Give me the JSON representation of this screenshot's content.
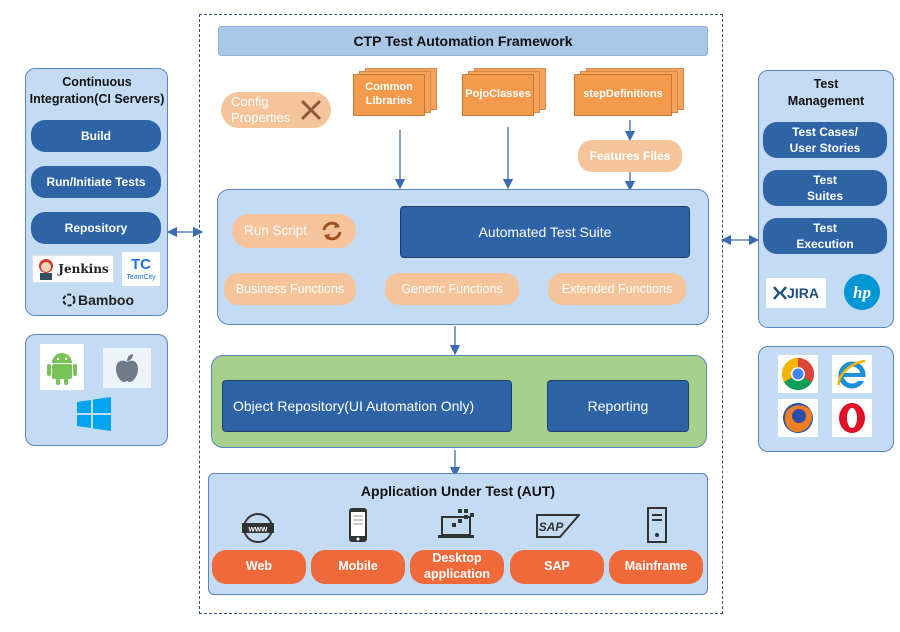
{
  "framework": {
    "title": "CTP Test Automation Framework",
    "config": {
      "label": "Config Properties"
    },
    "documents": [
      {
        "label": "Common Libraries"
      },
      {
        "label": "PojoClasses"
      },
      {
        "label": "stepDefinitions"
      }
    ],
    "features_files": "Features Files",
    "suite_panel": {
      "run_script": "Run Script",
      "automated_test_suite": "Automated Test Suite",
      "functions": [
        "Business Functions",
        "Generic Functions",
        "Extended Functions"
      ]
    },
    "object_panel": {
      "object_repository": "Object Repository(UI Automation Only)",
      "reporting": "Reporting"
    },
    "aut": {
      "title": "Application Under Test (AUT)",
      "targets": [
        {
          "label": "Web",
          "icon": "www-icon"
        },
        {
          "label": "Mobile",
          "icon": "mobile-phone-icon"
        },
        {
          "label": "Desktop application",
          "icon": "desktop-computer-icon"
        },
        {
          "label": "SAP",
          "icon": "sap-logo-icon"
        },
        {
          "label": "Mainframe",
          "icon": "server-tower-icon"
        }
      ]
    }
  },
  "ci_panel": {
    "title": "Continuous Integration(CI Servers)",
    "items": [
      "Build",
      "Run/Initiate Tests",
      "Repository"
    ],
    "logos": {
      "jenkins": "Jenkins",
      "teamcity_abbr": "TC",
      "teamcity": "TeamCity",
      "bamboo": "Bamboo"
    }
  },
  "os_panel": {
    "icons": [
      "android-icon",
      "apple-icon",
      "windows-icon"
    ]
  },
  "tm_panel": {
    "title": "Test Management",
    "items": [
      "Test Cases/ User Stories",
      "Test Suites",
      "Test Execution"
    ],
    "logos": {
      "jira": "JIRA",
      "hp": "hp"
    }
  },
  "browser_panel": {
    "icons": [
      "chrome-icon",
      "internet-explorer-icon",
      "firefox-icon",
      "opera-icon"
    ]
  },
  "colors": {
    "dark_blue": "#2e64a6",
    "light_blue_panel": "#c4dcf3",
    "green_panel": "#a8d08d",
    "peach": "#f5c49a",
    "orange": "#f0693a",
    "document_orange": "#f39a4c"
  }
}
